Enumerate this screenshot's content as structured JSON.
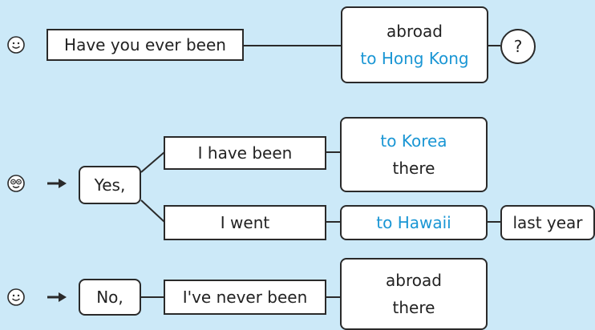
{
  "row1": {
    "prompt": "Have you ever been",
    "options": [
      "abroad",
      "to Hong Kong"
    ],
    "question_mark": "?"
  },
  "row2": {
    "answer": "Yes,",
    "branch_a": {
      "verb": "I have been",
      "options": [
        "to Korea",
        "there"
      ]
    },
    "branch_b": {
      "verb": "I went",
      "place": "to Hawaii",
      "time": "last year"
    }
  },
  "row3": {
    "answer": "No,",
    "verb": "I've never been",
    "options": [
      "abroad",
      "there"
    ]
  },
  "colors": {
    "background": "#cce9f8",
    "accent_blue": "#1a96d4",
    "border": "#2a2a2a"
  }
}
